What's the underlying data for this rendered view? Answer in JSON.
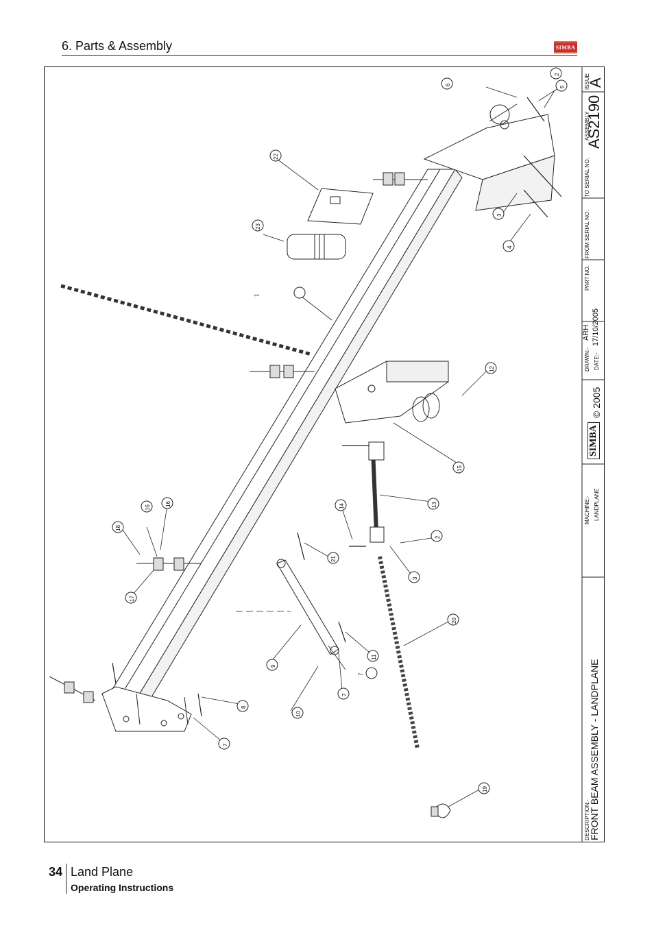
{
  "header": {
    "section_title": "6. Parts & Assembly",
    "logo": "SIMBA"
  },
  "title_block": {
    "issue_label": "ISSUE",
    "issue": "A",
    "assembly_label": "ASSEMBLY",
    "assembly_no": "AS2190",
    "to_serial_label": "TO SERIAL NO.",
    "from_serial_label": "FROM SERIAL NO.",
    "part_no_label": "PART NO.",
    "drawn_label": "DRAWN:-",
    "drawn_by": "ARH",
    "date_label": "DATE:-",
    "date": "17/10/2005",
    "brand": "SIMBA",
    "copyright": "© 2005",
    "machine_label": "MACHINE:-",
    "machine": "LANDPLANE",
    "description_label": "DESCRIPTION:-",
    "description": "FRONT BEAM ASSEMBLY - LANDPLANE"
  },
  "callouts": [
    {
      "id": "c1",
      "label": "1"
    },
    {
      "id": "c2a",
      "label": "2"
    },
    {
      "id": "c2b",
      "label": "2"
    },
    {
      "id": "c3a",
      "label": "3"
    },
    {
      "id": "c3b",
      "label": "3"
    },
    {
      "id": "c4",
      "label": "4"
    },
    {
      "id": "c5",
      "label": "5"
    },
    {
      "id": "c6",
      "label": "6"
    },
    {
      "id": "c7a",
      "label": "7"
    },
    {
      "id": "c7b",
      "label": "7"
    },
    {
      "id": "c7c",
      "label": "7"
    },
    {
      "id": "c8",
      "label": "8"
    },
    {
      "id": "c9",
      "label": "9"
    },
    {
      "id": "c10",
      "label": "10"
    },
    {
      "id": "c11",
      "label": "11"
    },
    {
      "id": "c12",
      "label": "12"
    },
    {
      "id": "c13",
      "label": "13"
    },
    {
      "id": "c14",
      "label": "14"
    },
    {
      "id": "c15",
      "label": "15"
    },
    {
      "id": "c16a",
      "label": "16"
    },
    {
      "id": "c16b",
      "label": "16"
    },
    {
      "id": "c17",
      "label": "17"
    },
    {
      "id": "c18",
      "label": "18"
    },
    {
      "id": "c19",
      "label": "19"
    },
    {
      "id": "c20",
      "label": "20"
    },
    {
      "id": "c21",
      "label": "21"
    },
    {
      "id": "c22",
      "label": "22"
    },
    {
      "id": "c23",
      "label": "23"
    }
  ],
  "footer": {
    "page_number": "34",
    "title": "Land Plane",
    "subtitle": "Operating Instructions"
  }
}
